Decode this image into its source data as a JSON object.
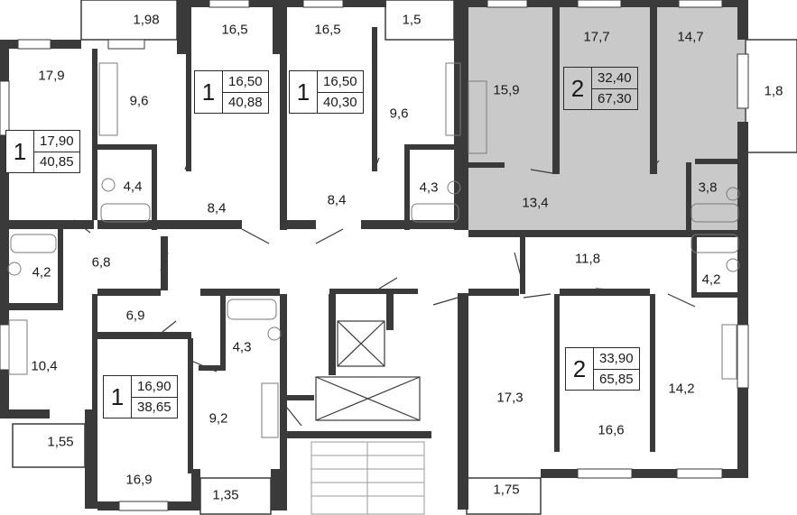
{
  "theme": {
    "wall": "#3a3a3a",
    "highlight": "#c9c9c9",
    "fixture": "#9a9a9a"
  },
  "rooms": [
    {
      "id": "balc-198",
      "area": "1,98"
    },
    {
      "id": "kitchen-179",
      "area": "17,9"
    },
    {
      "id": "bed-165a",
      "area": "16,5"
    },
    {
      "id": "bed-165b",
      "area": "16,5"
    },
    {
      "id": "balc-15",
      "area": "1,5"
    },
    {
      "id": "kitchen-96a",
      "area": "9,6"
    },
    {
      "id": "kitchen-96b",
      "area": "9,6"
    },
    {
      "id": "room-159",
      "area": "15,9"
    },
    {
      "id": "room-177",
      "area": "17,7"
    },
    {
      "id": "room-147",
      "area": "14,7"
    },
    {
      "id": "balc-18",
      "area": "1,8"
    },
    {
      "id": "bath-44",
      "area": "4,4"
    },
    {
      "id": "hall-84a",
      "area": "8,4"
    },
    {
      "id": "hall-84b",
      "area": "8,4"
    },
    {
      "id": "bath-43a",
      "area": "4,3"
    },
    {
      "id": "hall-134",
      "area": "13,4"
    },
    {
      "id": "bath-38",
      "area": "3,8"
    },
    {
      "id": "bath-42a",
      "area": "4,2"
    },
    {
      "id": "hall-68",
      "area": "6,8"
    },
    {
      "id": "corridor-118",
      "area": "11,8"
    },
    {
      "id": "bath-42b",
      "area": "4,2"
    },
    {
      "id": "hall-69",
      "area": "6,9"
    },
    {
      "id": "bath-43b",
      "area": "4,3"
    },
    {
      "id": "kitchen-104",
      "area": "10,4"
    },
    {
      "id": "room-173",
      "area": "17,3"
    },
    {
      "id": "room-142",
      "area": "14,2"
    },
    {
      "id": "kitchen-92",
      "area": "9,2"
    },
    {
      "id": "room-166",
      "area": "16,6"
    },
    {
      "id": "balc-155",
      "area": "1,55"
    },
    {
      "id": "room-169",
      "area": "16,9"
    },
    {
      "id": "balc-135",
      "area": "1,35"
    },
    {
      "id": "balc-175",
      "area": "1,75"
    }
  ],
  "apartments": [
    {
      "id": "apt-a",
      "rooms": "1",
      "living": "17,90",
      "total": "40,85"
    },
    {
      "id": "apt-b",
      "rooms": "1",
      "living": "16,50",
      "total": "40,88"
    },
    {
      "id": "apt-c",
      "rooms": "1",
      "living": "16,50",
      "total": "40,30"
    },
    {
      "id": "apt-d",
      "rooms": "2",
      "living": "32,40",
      "total": "67,30"
    },
    {
      "id": "apt-e",
      "rooms": "1",
      "living": "16,90",
      "total": "38,65"
    },
    {
      "id": "apt-f",
      "rooms": "2",
      "living": "33,90",
      "total": "65,85"
    }
  ]
}
